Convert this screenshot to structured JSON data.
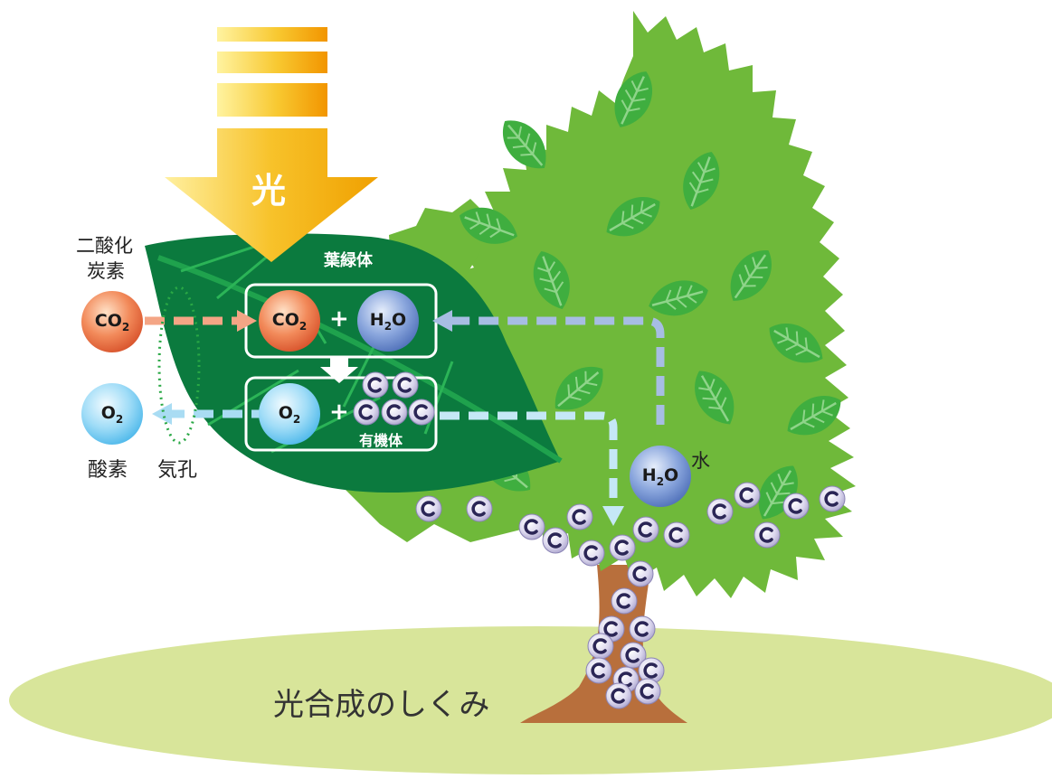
{
  "title": "光合成のしくみ",
  "light": {
    "label": "光"
  },
  "chloroplast": {
    "label": "葉緑体"
  },
  "organic": {
    "label": "有機体"
  },
  "inputs": {
    "co2_name_line1": "二酸化",
    "co2_name_line2": "炭素",
    "co2_formula": "CO",
    "co2_sub": "2",
    "h2o_formula_h": "H",
    "h2o_sub": "2",
    "h2o_formula_o": "O",
    "water_label": "水"
  },
  "outputs": {
    "o2_formula": "O",
    "o2_sub": "2",
    "o2_name": "酸素",
    "stomata_label": "気孔"
  },
  "symbols": {
    "plus": "+",
    "carbon": "C"
  },
  "colors": {
    "sky_light": "#f5a800",
    "tree_green": "#6fb93a",
    "leaf_dark": "#0b7a3e",
    "ground": "#d8e59a",
    "trunk": "#b86f3c",
    "co2_red": "#e8623a",
    "h2o_blue": "#6a8fd0",
    "o2_blue": "#5cc3ef",
    "carbon_lilac": "#c9c4e0"
  }
}
